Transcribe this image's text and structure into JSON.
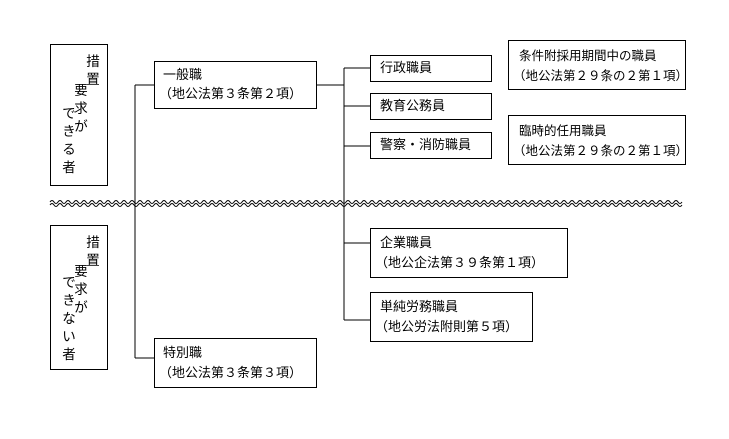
{
  "diagram": {
    "left_top": {
      "col1": [
        "措",
        "置"
      ],
      "col2": [
        "要",
        "求",
        "が"
      ],
      "col3": [
        "で",
        "き",
        "る",
        "者"
      ]
    },
    "left_bottom": {
      "col1": [
        "措",
        "置"
      ],
      "col2": [
        "要",
        "求",
        "が"
      ],
      "col3": [
        "で",
        "き",
        "な",
        "い",
        "者"
      ]
    },
    "general": {
      "line1": "一般職",
      "line2": "（地公法第３条第２項）"
    },
    "special": {
      "line1": "特別職",
      "line2": "（地公法第３条第３項）"
    },
    "admin": "行政職員",
    "education": "教育公務員",
    "police": "警察・消防職員",
    "conditional": {
      "line1": "条件附採用期間中の職員",
      "line2": "（地公法第２９条の２第１項）"
    },
    "temporary": {
      "line1": "臨時的任用職員",
      "line2": "（地公法第２９条の２第１項）"
    },
    "enterprise": {
      "line1": "企業職員",
      "line2": "（地公企法第３９条第１項）"
    },
    "labor": {
      "line1": "単純労務職員",
      "line2": "（地公労法附則第５項）"
    }
  }
}
